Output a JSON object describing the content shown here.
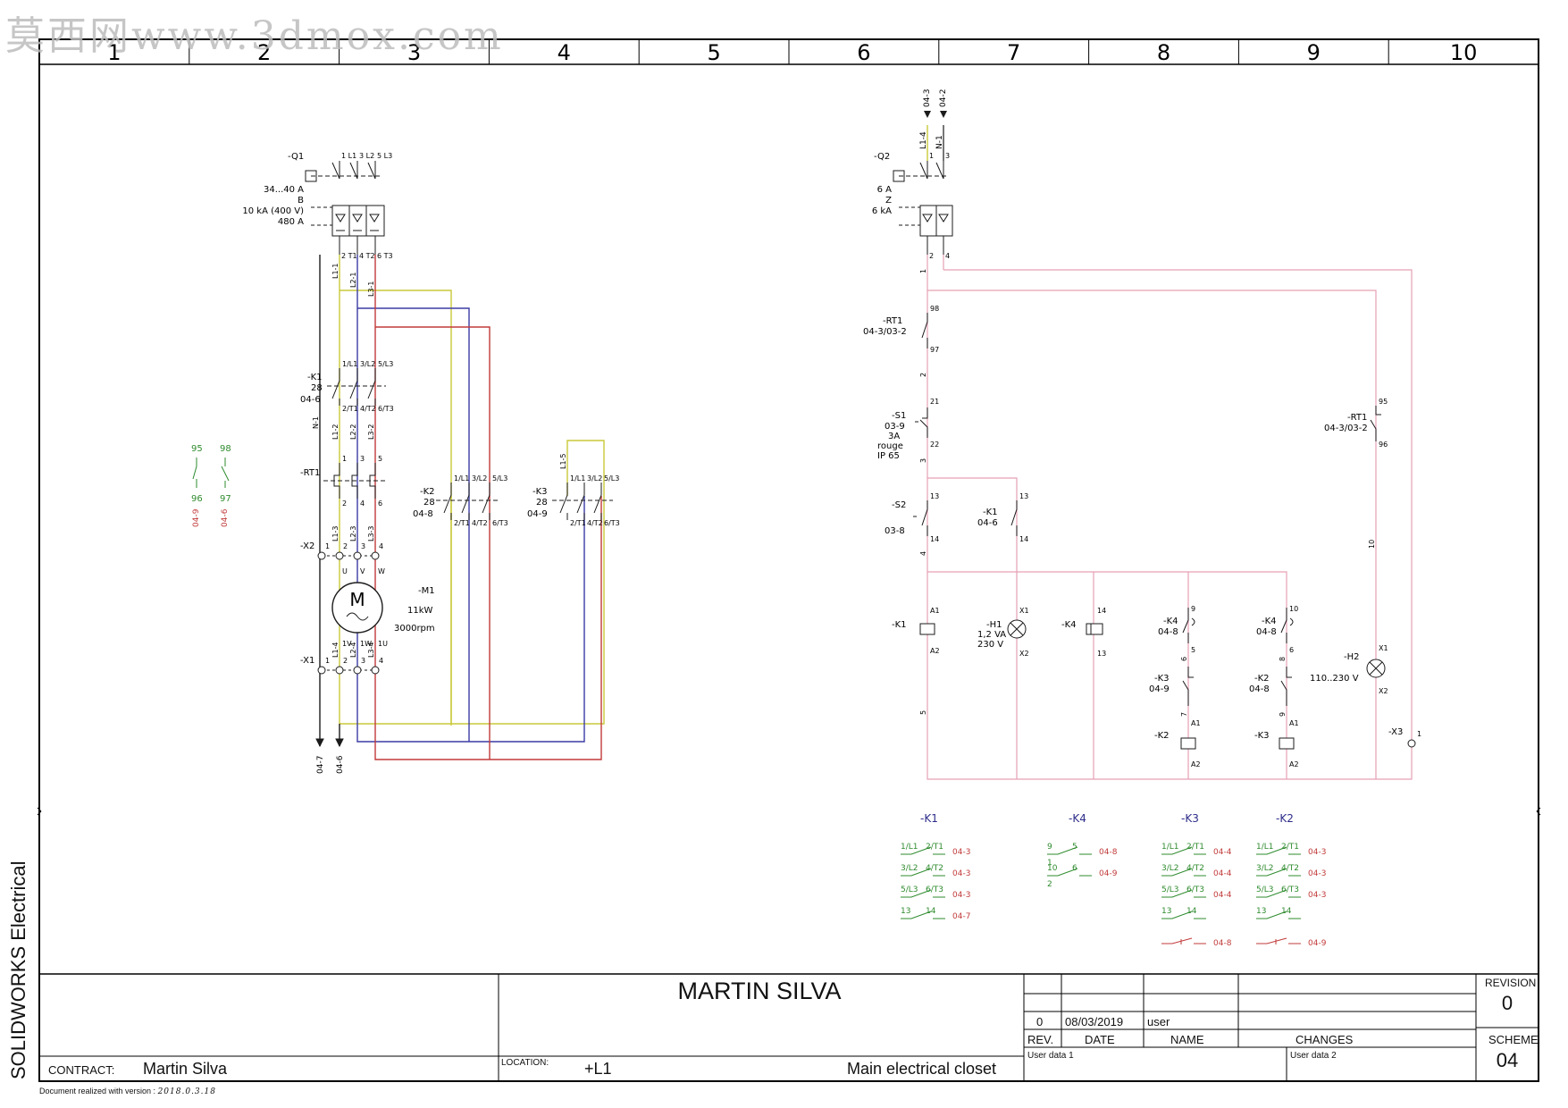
{
  "watermark": "莫西网www.3dmox.com",
  "brand": "SOLIDWORKS Electrical",
  "version_note": {
    "label": "Document realized with version :",
    "value": "2018.0.3.18"
  },
  "grid_columns": [
    "1",
    "2",
    "3",
    "4",
    "5",
    "6",
    "7",
    "8",
    "9",
    "10"
  ],
  "colors": {
    "frame": "#000000",
    "phase1": "#c9c93a",
    "phase2": "#3b3ba6",
    "phase3": "#c23a3a",
    "control": "#e6a0b4",
    "green": "#2e8b2e",
    "red": "#c23a3a",
    "dark": "#1b1b1b",
    "ref_blue": "#2d2d8a"
  },
  "power": {
    "Q1": {
      "tag": "-Q1",
      "specs": [
        "34...40 A",
        "B",
        "10 kA (400 V)",
        "480 A"
      ],
      "terminals_top": [
        "1 L1",
        "3 L2",
        "5 L3"
      ],
      "terminals_bottom": [
        "2 T1",
        "4 T2",
        "6 T3"
      ]
    },
    "wires": [
      "L1-1",
      "L2-1",
      "L3-1",
      "L1-2",
      "L2-2",
      "L3-2",
      "L1-3",
      "L2-3",
      "L3-3",
      "L1-4",
      "L2-4",
      "L3-4",
      "L1-5"
    ],
    "K1": {
      "tag": "-K1",
      "num": "28",
      "ref": "04-6",
      "top": [
        "1/L1",
        "3/L2",
        "5/L3"
      ],
      "bottom": [
        "2/T1",
        "4/T2",
        "6/T3"
      ]
    },
    "K2": {
      "tag": "-K2",
      "num": "28",
      "ref": "04-8",
      "top": [
        "1/L1",
        "3/L2",
        "5/L3"
      ],
      "bottom": [
        "2/T1",
        "4/T2",
        "6/T3"
      ]
    },
    "K3": {
      "tag": "-K3",
      "num": "28",
      "ref": "04-9",
      "top": [
        "1/L1",
        "3/L2",
        "5/L3"
      ],
      "bottom": [
        "2/T1",
        "4/T2",
        "6/T3"
      ]
    },
    "RT1": {
      "tag": "-RT1",
      "top": [
        "1",
        "3",
        "5"
      ],
      "bottom": [
        "2",
        "4",
        "6"
      ]
    },
    "RT1_aux": {
      "c1": [
        "95",
        "96"
      ],
      "c2": [
        "98",
        "97"
      ],
      "refs": [
        "04-9",
        "04-6"
      ]
    },
    "X2": {
      "tag": "-X2",
      "nums": [
        "1",
        "2",
        "3",
        "4"
      ]
    },
    "X1": {
      "tag": "-X1",
      "nums": [
        "1",
        "2",
        "3",
        "4"
      ]
    },
    "M1": {
      "tag": "-M1",
      "letter": "M",
      "power": "11kW",
      "speed": "3000rpm",
      "top": [
        "U",
        "V",
        "W"
      ],
      "bottom": [
        "1V",
        "1W",
        "1U"
      ]
    },
    "N_label": "N-1",
    "arrows": [
      "04-7",
      "04-6"
    ]
  },
  "control": {
    "top_refs": [
      "04-3",
      "04-2"
    ],
    "top_wires": [
      "L1-4",
      "N-1"
    ],
    "Q2": {
      "tag": "-Q2",
      "specs": [
        "6 A",
        "Z",
        "6 kA"
      ],
      "terms_top": [
        "1",
        "3"
      ],
      "terms_bottom": [
        "2",
        "4"
      ]
    },
    "RT1": {
      "tag": "-RT1",
      "ref": "04-3/03-2",
      "t1": "98",
      "t2": "97"
    },
    "RT1b": {
      "tag": "-RT1",
      "ref": "04-3/03-2",
      "t1": "95",
      "t2": "96"
    },
    "S1": {
      "tag": "-S1",
      "lines": [
        "03-9",
        "3A",
        "rouge",
        "IP 65"
      ],
      "t1": "21",
      "t2": "22"
    },
    "S2": {
      "tag": "-S2",
      "ref": "03-8",
      "t1": "13",
      "t2": "14"
    },
    "K1c": {
      "tag": "-K1",
      "ref": "04-6",
      "t1": "13",
      "t2": "14"
    },
    "K1coil": {
      "tag": "-K1",
      "a1": "A1",
      "a2": "A2"
    },
    "H1": {
      "tag": "-H1",
      "lines": [
        "1,2 VA",
        "230 V"
      ],
      "x1": "X1",
      "x2": "X2"
    },
    "K4coil": {
      "tag": "-K4",
      "t1": "14",
      "t2": "13"
    },
    "K4a": {
      "tag": "-K4",
      "ref": "04-8",
      "t1": "9",
      "t2": "5"
    },
    "K4b": {
      "tag": "-K4",
      "ref": "04-8",
      "t1": "10",
      "t2": "6"
    },
    "K3c": {
      "tag": "-K3",
      "ref": "04-9"
    },
    "K2c": {
      "tag": "-K2",
      "ref": "04-8"
    },
    "K2coil": {
      "tag": "-K2",
      "a1": "A1",
      "a2": "A2"
    },
    "K3coil": {
      "tag": "-K3",
      "a1": "A1",
      "a2": "A2"
    },
    "H2": {
      "tag": "-H2",
      "spec": "110..230 V",
      "x1": "X1",
      "x2": "X2"
    },
    "X3": {
      "tag": "-X3",
      "num": "1"
    },
    "wire_nums": [
      "1",
      "2",
      "3",
      "4",
      "5",
      "6",
      "7",
      "8",
      "9",
      "10"
    ]
  },
  "cross_refs": {
    "K1": {
      "tag": "-K1",
      "rows": [
        {
          "c": [
            "1/L1",
            "2/T1"
          ],
          "ref": "04-3"
        },
        {
          "c": [
            "3/L2",
            "4/T2"
          ],
          "ref": "04-3"
        },
        {
          "c": [
            "5/L3",
            "6/T3"
          ],
          "ref": "04-3"
        },
        {
          "c": [
            "13",
            "14"
          ],
          "ref": "04-7"
        }
      ]
    },
    "K4": {
      "tag": "-K4",
      "rows": [
        {
          "c": [
            "9",
            "5"
          ],
          "ref": "04-8",
          "c2": "1"
        },
        {
          "c": [
            "10",
            "6"
          ],
          "ref": "04-9",
          "c2": "2"
        }
      ]
    },
    "K3": {
      "tag": "-K3",
      "rows": [
        {
          "c": [
            "1/L1",
            "2/T1"
          ],
          "ref": "04-4"
        },
        {
          "c": [
            "3/L2",
            "4/T2"
          ],
          "ref": "04-4"
        },
        {
          "c": [
            "5/L3",
            "6/T3"
          ],
          "ref": "04-4"
        },
        {
          "c": [
            "13",
            "14"
          ],
          "ref": ""
        }
      ],
      "nc_ref": "04-8"
    },
    "K2": {
      "tag": "-K2",
      "rows": [
        {
          "c": [
            "1/L1",
            "2/T1"
          ],
          "ref": "04-3"
        },
        {
          "c": [
            "3/L2",
            "4/T2"
          ],
          "ref": "04-3"
        },
        {
          "c": [
            "5/L3",
            "6/T3"
          ],
          "ref": "04-3"
        },
        {
          "c": [
            "13",
            "14"
          ],
          "ref": ""
        }
      ],
      "nc_ref": "04-9"
    }
  },
  "title_block": {
    "title": "MARTIN SILVA",
    "contract_label": "CONTRACT:",
    "contract_value": "Martin Silva",
    "location_label": "LOCATION:",
    "location_value": "+L1",
    "location_desc": "Main electrical closet",
    "rev_row": {
      "rev": "0",
      "date": "08/03/2019",
      "name": "user",
      "changes": ""
    },
    "headers": {
      "rev": "REV.",
      "date": "DATE",
      "name": "NAME",
      "changes": "CHANGES"
    },
    "user_data_1": "User data 1",
    "user_data_2": "User data 2",
    "revision_label": "REVISION",
    "revision_value": "0",
    "scheme_label": "SCHEME",
    "scheme_value": "04"
  }
}
